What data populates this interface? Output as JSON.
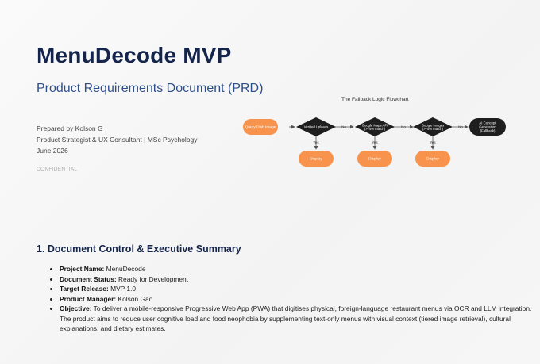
{
  "header": {
    "title": "MenuDecode MVP",
    "subtitle": "Product Requirements Document (PRD)"
  },
  "meta": {
    "prepared_by": "Prepared by Kolson G",
    "role": "Product Strategist & UX Consultant | MSc Psychology",
    "date": "June 2026",
    "confidential": "CONFIDENTIAL"
  },
  "flowchart": {
    "title": "The Fallback Logic Flowchart",
    "start": "Query Dish Image",
    "decisions": [
      {
        "label": "Verified Uploads",
        "line2": ""
      },
      {
        "label": "Google Maps API",
        "line2": "(>75% match)"
      },
      {
        "label": "Google Images",
        "line2": "(>75% match)"
      }
    ],
    "end": {
      "line1": "AI Concept",
      "line2": "Generation",
      "line3": "(Fallback)"
    },
    "no_label": "No",
    "yes_label": "Yes",
    "display_label": "Display",
    "colors": {
      "orange": "#f7934c",
      "dark": "#1e1e1e"
    }
  },
  "section": {
    "heading": "1. Document Control & Executive Summary",
    "items": [
      {
        "label": "Project Name:",
        "value": " MenuDecode"
      },
      {
        "label": "Document Status:",
        "value": " Ready for Development"
      },
      {
        "label": "Target Release:",
        "value": " MVP 1.0"
      },
      {
        "label": "Product Manager:",
        "value": " Kolson Gao"
      },
      {
        "label": "Objective:",
        "value": " To deliver a mobile-responsive Progressive Web App (PWA) that digitises physical, foreign-language restaurant menus via OCR and LLM integration. The product aims to reduce user cognitive load and food neophobia by supplementing text-only menus with visual context (tiered image retrieval), cultural explanations, and dietary estimates."
      }
    ]
  }
}
